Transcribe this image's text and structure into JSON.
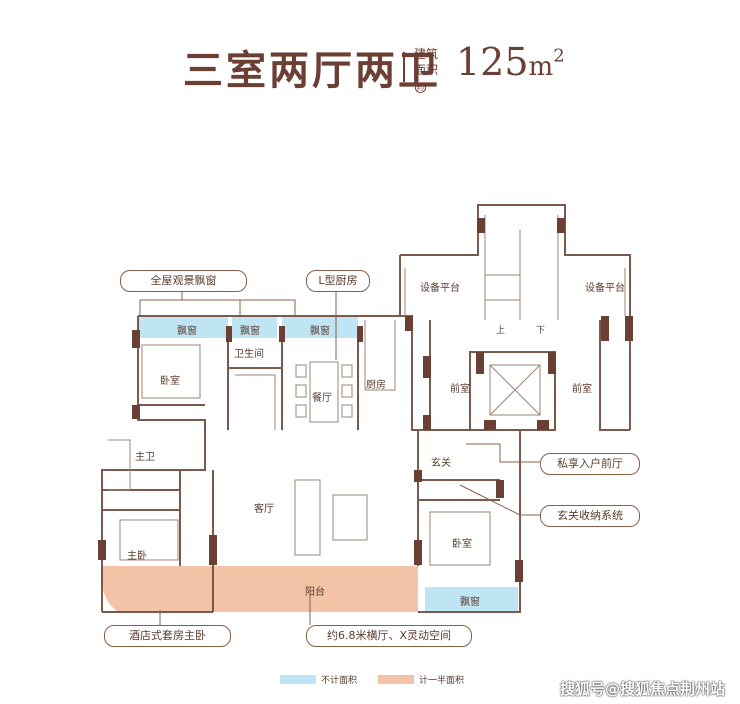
{
  "header": {
    "title": "三室两厅两卫",
    "area_label_line1": "建筑",
    "area_label_line2": "面积",
    "area_mark": "约",
    "area_value": "125",
    "area_unit": "m",
    "area_sup": "2"
  },
  "rooms": {
    "equip1": "设备平台",
    "equip2": "设备平台",
    "bay1": "飘窗",
    "bay2": "飘窗",
    "bay3": "飘窗",
    "bay4": "飘窗",
    "wc": "卫生间",
    "bed_nw": "卧室",
    "dining": "餐厅",
    "kitchen": "厨房",
    "anteroom1": "前室",
    "anteroom2": "前室",
    "up": "上",
    "down": "下",
    "master_wc": "主卫",
    "master_bed": "主卧",
    "living": "客厅",
    "foyer": "玄关",
    "bed_se": "卧室",
    "balcony": "阳台"
  },
  "callouts": {
    "c1": "全屋观景飘窗",
    "c2": "L型厨房",
    "c3": "私享入户前厅",
    "c4": "玄关收纳系统",
    "c5": "酒店式套房主卧",
    "c6": "约6.8米横厅、X灵动空间"
  },
  "legend": {
    "not_counted": "不计面积",
    "half_counted": "计一半面积",
    "color_not_counted": "#bfe4f4",
    "color_half_counted": "#f3c3a8"
  },
  "watermark": "搜狐号@搜狐焦点荆州站"
}
